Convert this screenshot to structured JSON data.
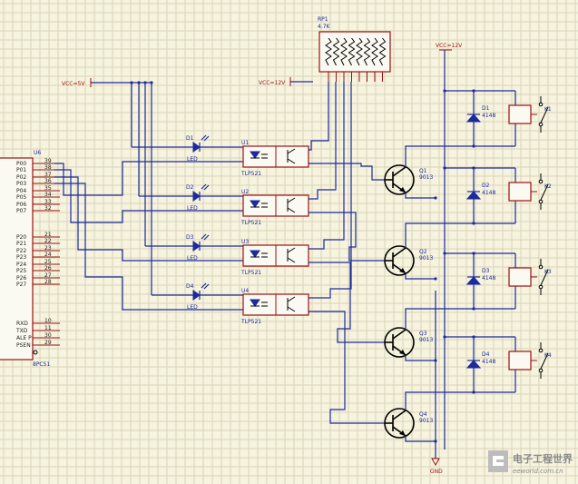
{
  "mcu": {
    "ref": "U6",
    "part": "8PC51",
    "ports": [
      {
        "name": "P00",
        "pin": "39"
      },
      {
        "name": "P01",
        "pin": "38"
      },
      {
        "name": "P02",
        "pin": "37"
      },
      {
        "name": "P03",
        "pin": "36"
      },
      {
        "name": "P04",
        "pin": "35"
      },
      {
        "name": "P05",
        "pin": "34"
      },
      {
        "name": "P06",
        "pin": "33"
      },
      {
        "name": "P07",
        "pin": "32"
      },
      {
        "name": "P20",
        "pin": "21"
      },
      {
        "name": "P21",
        "pin": "22"
      },
      {
        "name": "P22",
        "pin": "23"
      },
      {
        "name": "P23",
        "pin": "24"
      },
      {
        "name": "P24",
        "pin": "25"
      },
      {
        "name": "P25",
        "pin": "26"
      },
      {
        "name": "P26",
        "pin": "27"
      },
      {
        "name": "P27",
        "pin": "28"
      },
      {
        "name": "RXD",
        "pin": "10"
      },
      {
        "name": "TXD",
        "pin": "11"
      },
      {
        "name": "ALE P",
        "pin": "30"
      },
      {
        "name": "PSEN",
        "pin": "29"
      }
    ]
  },
  "power": {
    "vcc5": "VCC=5V",
    "vcc12a": "VCC=12V",
    "vcc12b": "VCC=12V",
    "gnd": "GND"
  },
  "resnet": {
    "ref": "RP1",
    "value": "4.7K"
  },
  "leds": [
    {
      "ref": "D1",
      "type": "LED"
    },
    {
      "ref": "D2",
      "type": "LED"
    },
    {
      "ref": "D3",
      "type": "LED"
    },
    {
      "ref": "D4",
      "type": "LED"
    }
  ],
  "optos": [
    {
      "ref": "U1",
      "part": "TLP521"
    },
    {
      "ref": "U2",
      "part": "TLP521"
    },
    {
      "ref": "U3",
      "part": "TLP521"
    },
    {
      "ref": "U4",
      "part": "TLP521"
    }
  ],
  "transistors": [
    {
      "ref": "Q1",
      "part": "9013"
    },
    {
      "ref": "Q2",
      "part": "9013"
    },
    {
      "ref": "Q3",
      "part": "9013"
    },
    {
      "ref": "Q4",
      "part": "9013"
    }
  ],
  "flyback": [
    {
      "ref": "D1",
      "part": "4148"
    },
    {
      "ref": "D2",
      "part": "4148"
    },
    {
      "ref": "D3",
      "part": "4148"
    },
    {
      "ref": "D4",
      "part": "4148"
    }
  ],
  "relays": [
    {
      "ref": "K1"
    },
    {
      "ref": "K2"
    },
    {
      "ref": "K3"
    },
    {
      "ref": "K4"
    }
  ],
  "watermark": {
    "cn": "电子工程世界",
    "en": "eeworld.com.cn"
  }
}
